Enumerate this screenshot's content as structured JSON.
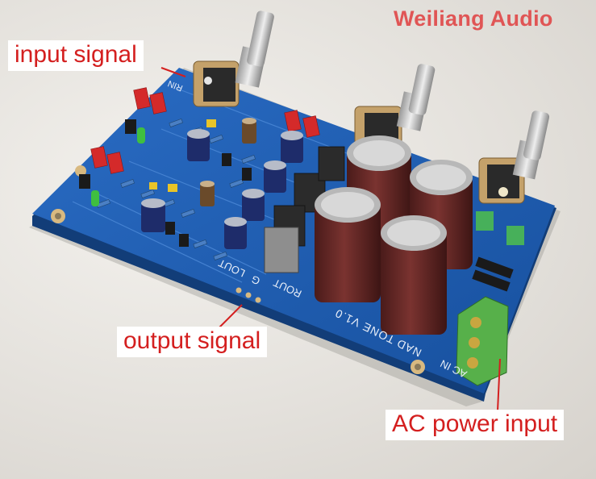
{
  "watermark": "Weiliang Audio",
  "callouts": {
    "input": "input signal",
    "output": "output signal",
    "ac_power": "AC power input"
  },
  "board": {
    "silkscreen_title": "NAD TONE V1.0",
    "ac_in": "AC IN",
    "rout": "ROUT",
    "g": "G",
    "lout": "LOUT",
    "rin": "RIN"
  },
  "colors": {
    "pcb": "#1f5fb4",
    "callout_text": "#d41f1f",
    "watermark": "#e05555",
    "capacitor": "#6b2a28",
    "terminal": "#57b04a"
  }
}
